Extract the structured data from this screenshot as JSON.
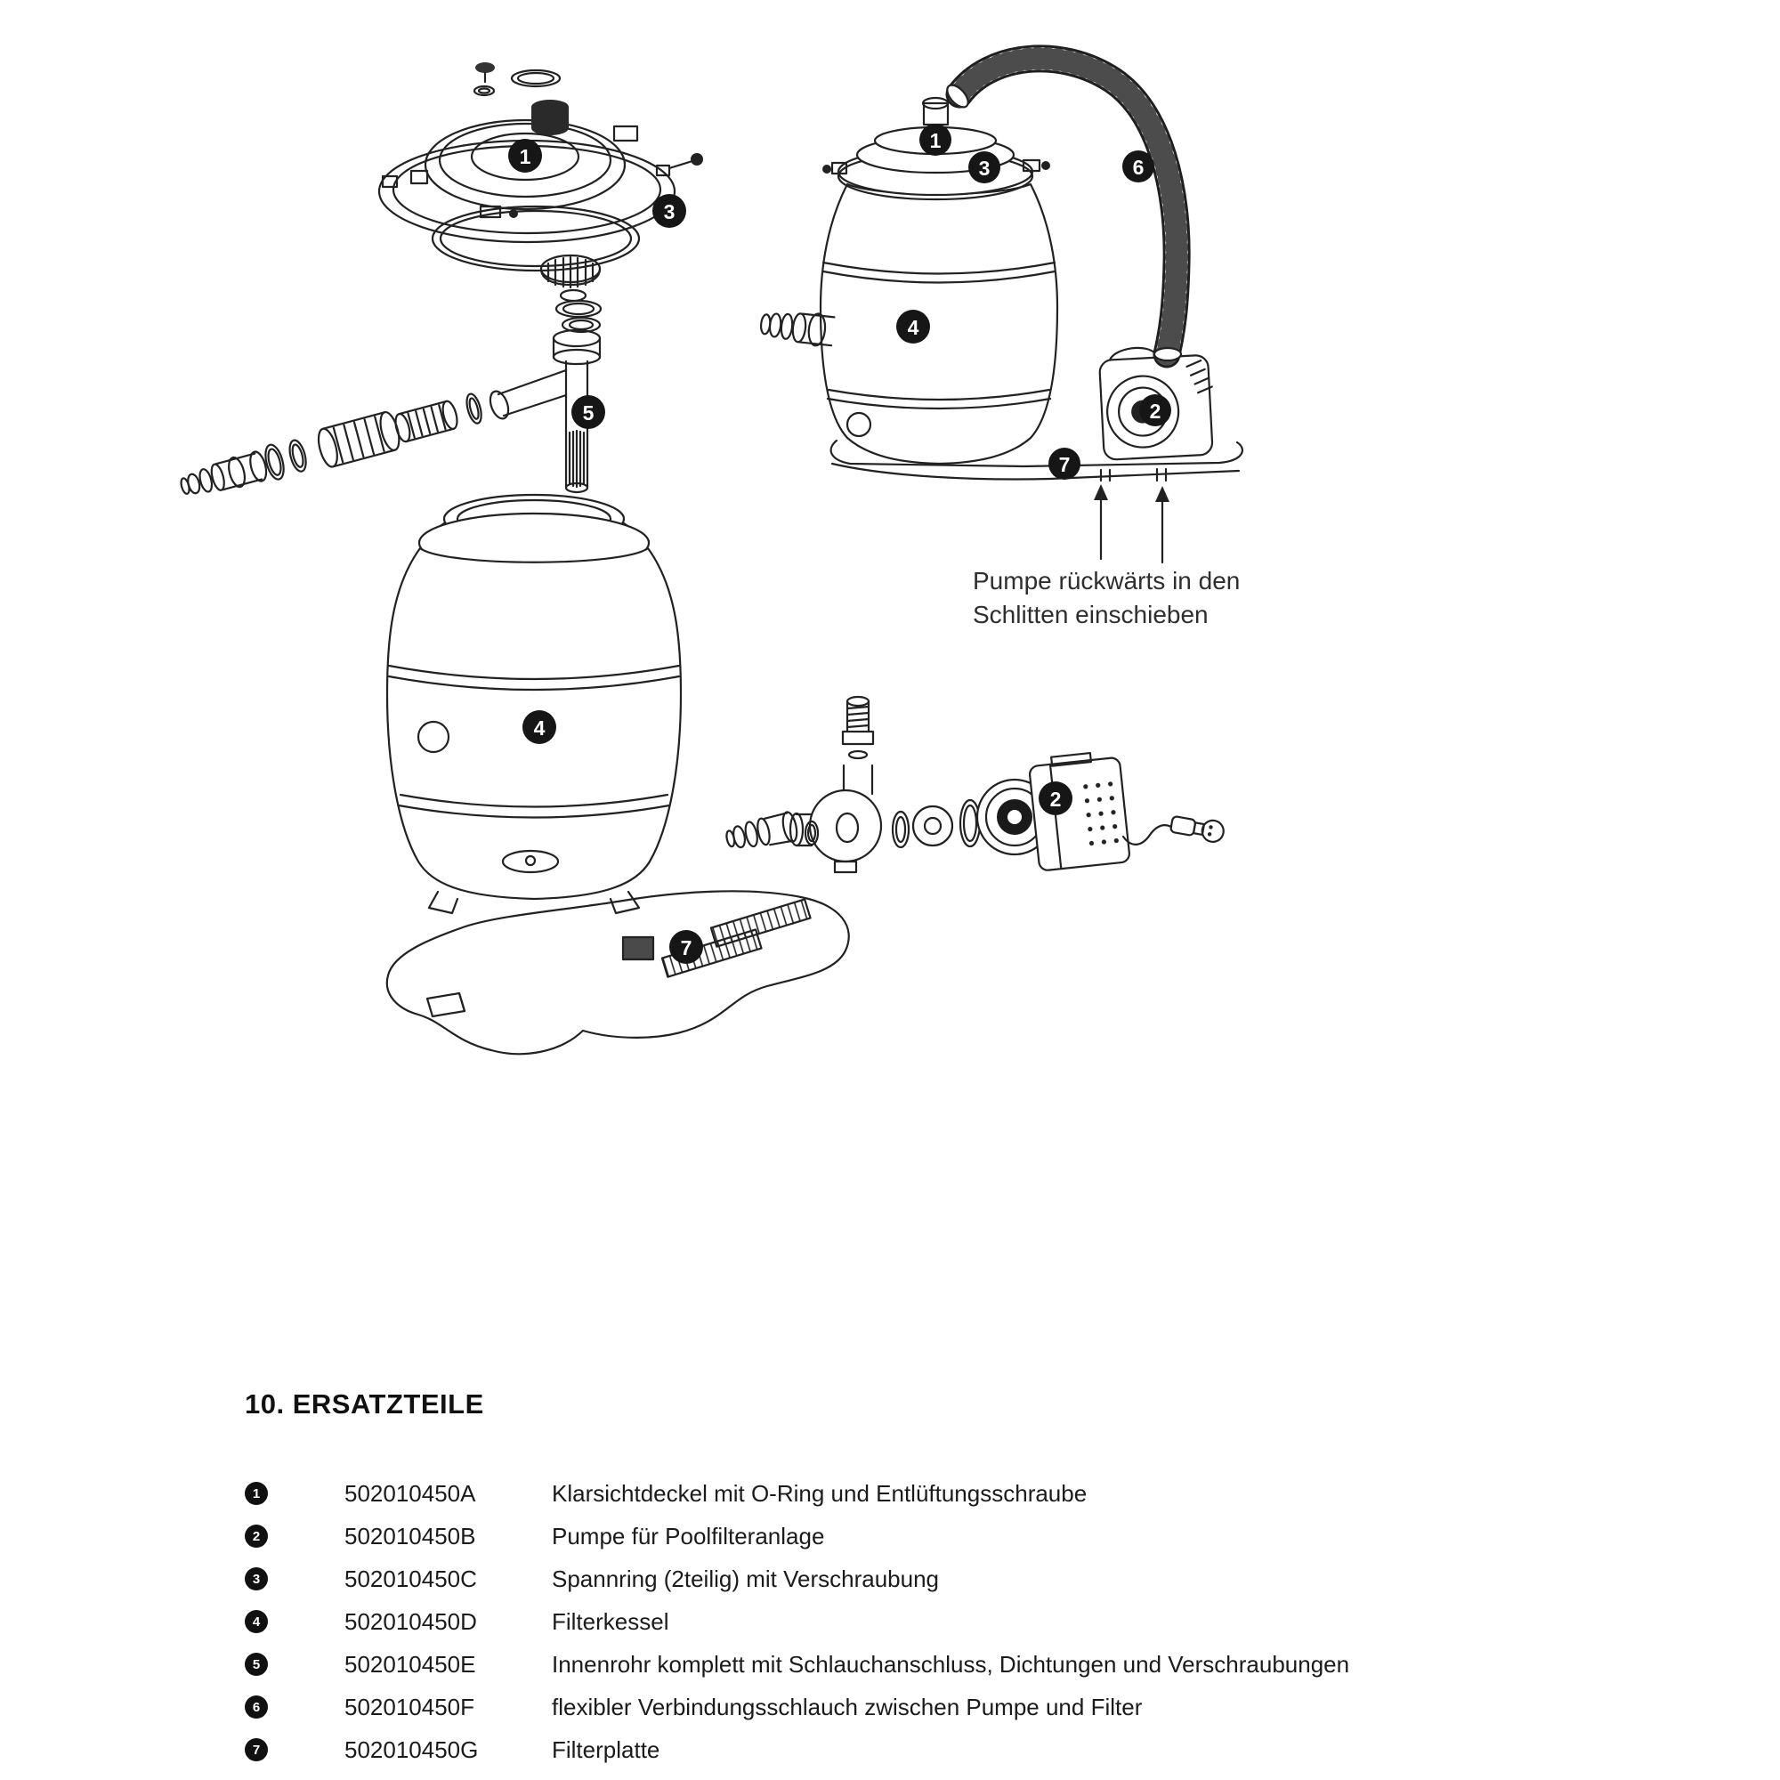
{
  "diagram": {
    "annotation": {
      "line1": "Pumpe rückwärts in den",
      "line2": "Schlitten einschieben"
    },
    "callouts": {
      "exploded_lid": "1",
      "exploded_clamp": "3",
      "exploded_tube": "5",
      "exploded_tank": "4",
      "exploded_plate": "7",
      "assembled_lid": "1",
      "assembled_clamp": "3",
      "assembled_tank": "4",
      "assembled_hose": "6",
      "assembled_pump": "2",
      "assembled_plate": "7",
      "pump_badge": "2"
    },
    "colors": {
      "line": "#222222",
      "badge_bg": "#161616",
      "badge_text": "#ffffff"
    }
  },
  "parts_section": {
    "title": "10. ERSATZTEILE",
    "parts": [
      {
        "num": "1",
        "code": "502010450A",
        "desc": "Klarsichtdeckel mit O-Ring und Entlüftungsschraube"
      },
      {
        "num": "2",
        "code": "502010450B",
        "desc": "Pumpe für Poolfilteranlage"
      },
      {
        "num": "3",
        "code": "502010450C",
        "desc": "Spannring (2teilig) mit Verschraubung"
      },
      {
        "num": "4",
        "code": "502010450D",
        "desc": "Filterkessel"
      },
      {
        "num": "5",
        "code": "502010450E",
        "desc": "Innenrohr komplett mit Schlauchanschluss, Dichtungen und Verschraubungen"
      },
      {
        "num": "6",
        "code": "502010450F",
        "desc": "flexibler Verbindungsschlauch zwischen Pumpe und Filter"
      },
      {
        "num": "7",
        "code": "502010450G",
        "desc": "Filterplatte"
      }
    ]
  }
}
